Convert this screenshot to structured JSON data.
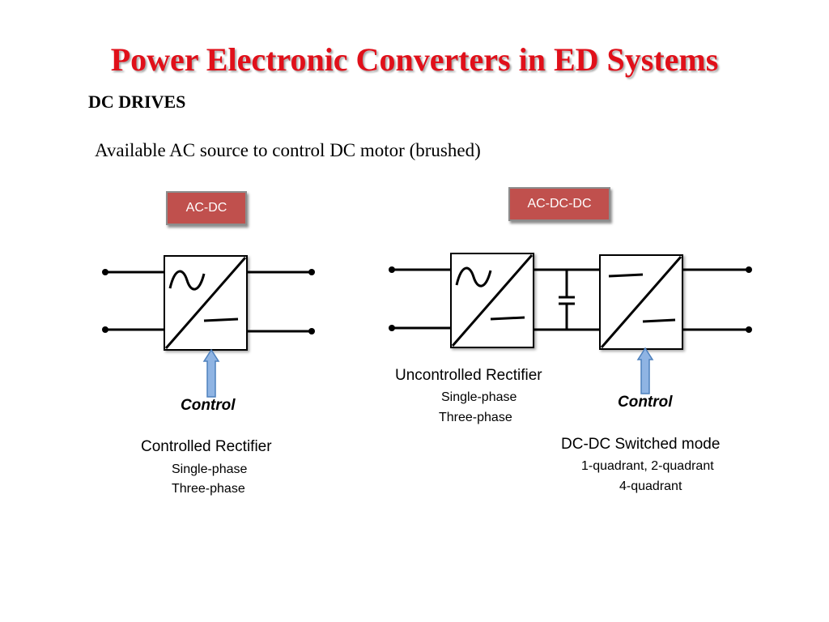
{
  "slide": {
    "title": "Power Electronic Converters in ED Systems",
    "subtitle": "DC DRIVES",
    "lead": "Available AC source to control DC motor (brushed)"
  },
  "left_block": {
    "tag": "AC-DC",
    "control_label": "Control",
    "name": "Controlled Rectifier",
    "options": [
      "Single-phase",
      "Three-phase"
    ]
  },
  "right_block": {
    "tag": "AC-DC-DC",
    "stage1_name": "Uncontrolled Rectifier",
    "stage1_options": [
      "Single-phase",
      "Three-phase"
    ],
    "control_label": "Control",
    "stage2_name": "DC-DC Switched mode",
    "stage2_options": [
      "1-quadrant, 2-quadrant",
      "4-quadrant"
    ]
  },
  "colors": {
    "title": "#e0101a",
    "tag_fill": "#c0504d",
    "arrow_fill": "#8fb4e3",
    "arrow_stroke": "#4f81bd"
  }
}
